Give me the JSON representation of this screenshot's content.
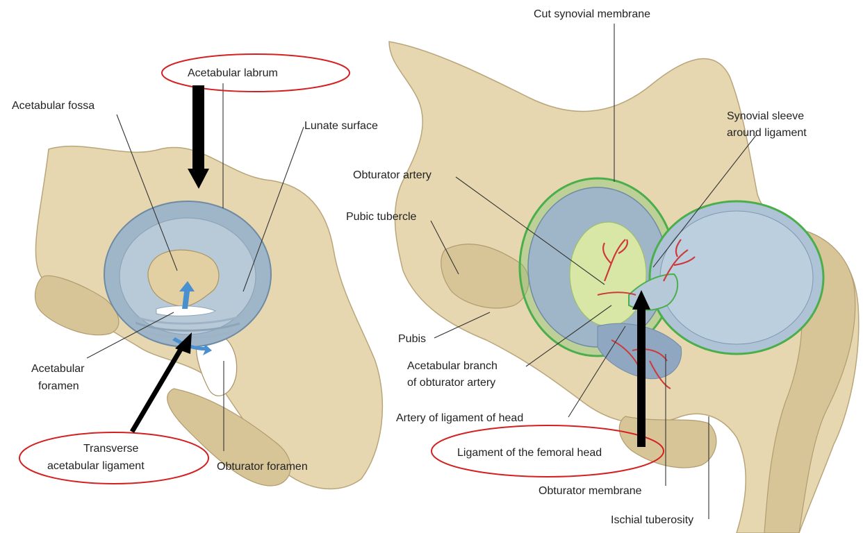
{
  "labels": {
    "acetabular_labrum": "Acetabular labrum",
    "acetabular_fossa": "Acetabular fossa",
    "lunate_surface": "Lunate surface",
    "acetabular_foramen_1": "Acetabular",
    "acetabular_foramen_2": "foramen",
    "transverse_1": "Transverse",
    "transverse_2": "acetabular ligament",
    "obturator_foramen": "Obturator foramen",
    "cut_synovial": "Cut synovial membrane",
    "synovial_sleeve_1": "Synovial sleeve",
    "synovial_sleeve_2": "around ligament",
    "obturator_artery": "Obturator artery",
    "pubic_tubercle": "Pubic tubercle",
    "pubis": "Pubis",
    "acetabular_branch_1": "Acetabular branch",
    "acetabular_branch_2": "of obturator artery",
    "artery_ligament_head": "Artery of ligament of head",
    "ligament_femoral_head": "Ligament of the femoral head",
    "obturator_membrane": "Obturator membrane",
    "ischial_tuberosity": "Ischial tuberosity"
  },
  "colors": {
    "highlight_ellipse": "#d42020",
    "arrow": "#000000",
    "bone": "#e6d7b0",
    "cartilage": "#9fb5c8",
    "synovial": "#6cc46c",
    "artery": "#cc3a3a"
  }
}
